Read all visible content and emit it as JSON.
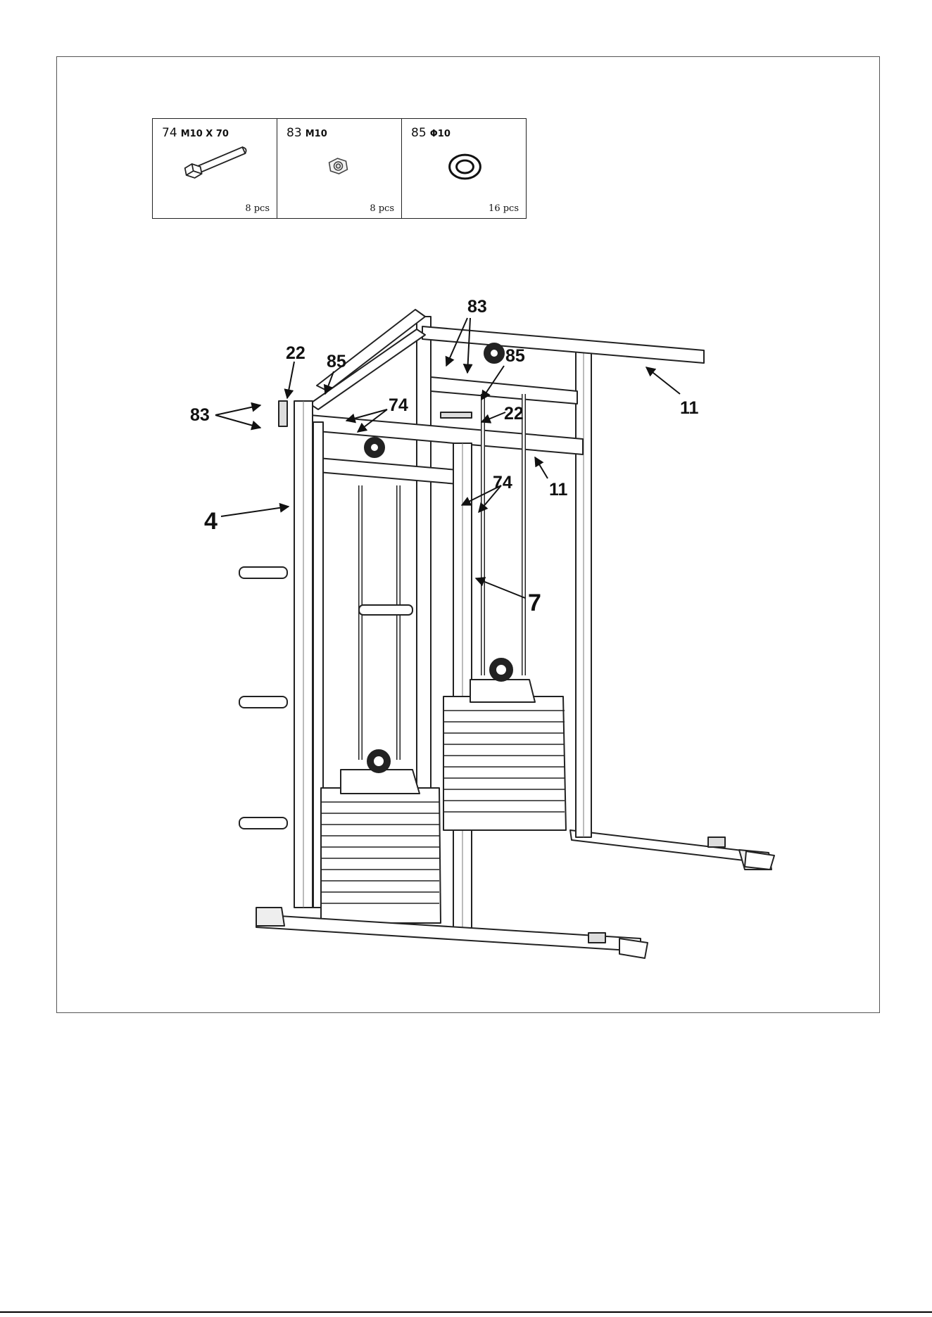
{
  "hardware": [
    {
      "num": "74",
      "spec": "M10 X 70",
      "qty": "8 pcs",
      "icon": "bolt-icon"
    },
    {
      "num": "83",
      "spec": "M10",
      "qty": "8 pcs",
      "icon": "nut-icon"
    },
    {
      "num": "85",
      "spec": "Φ10",
      "qty": "16 pcs",
      "icon": "washer-icon"
    }
  ],
  "callouts": {
    "c83_top": "83",
    "c85_right": "85",
    "c22_left": "22",
    "c85_left": "85",
    "c83_left": "83",
    "c74_top": "74",
    "c22_right": "22",
    "c11_right": "11",
    "c11_mid": "11",
    "c74_mid": "74",
    "c4": "4",
    "c7": "7"
  }
}
